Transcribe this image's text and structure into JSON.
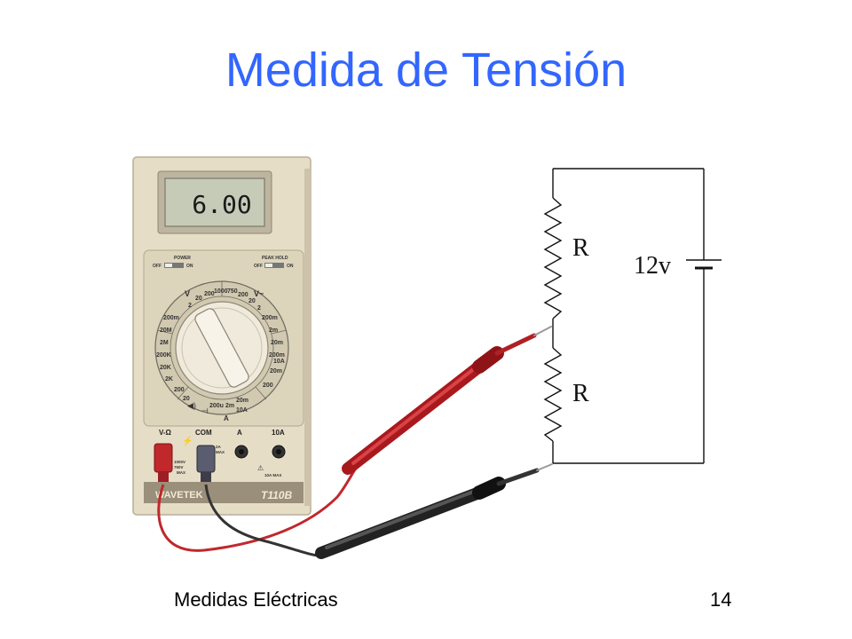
{
  "slide": {
    "title": "Medida de Tensión",
    "footer_left": "Medidas Eléctricas",
    "page_number": "14"
  },
  "multimeter": {
    "display": "6.00",
    "brand": "WAVETEK",
    "model": "T110B",
    "power_switch": {
      "label": "POWER",
      "off": "OFF",
      "on": "ON"
    },
    "peak_hold_switch": {
      "label": "PEAK HOLD",
      "off": "OFF",
      "on": "ON"
    },
    "dial": {
      "v_dc": "V",
      "v_ac": "V~",
      "ranges_top": [
        "2",
        "20",
        "200",
        "1000",
        "750",
        "200",
        "20",
        "2"
      ],
      "ranges_left": [
        "200m",
        "20M",
        "2M",
        "200K",
        "20K",
        "2K",
        "200",
        "20"
      ],
      "ranges_right": [
        "200m",
        "2m",
        "20m",
        "200m",
        "10A",
        "20m",
        "200"
      ],
      "ranges_bottom": [
        "200u",
        "2m",
        "20m",
        "10A"
      ],
      "amp_label": "A"
    },
    "jacks": [
      "V-Ω",
      "COM",
      "A",
      "10A"
    ],
    "warnings": [
      "1000V",
      "750V",
      "MAX",
      "2A",
      "MAX",
      "10A MAX"
    ]
  },
  "circuit": {
    "resistor_top": "R",
    "resistor_bottom": "R",
    "source": "12v"
  },
  "colors": {
    "title": "#3366ff",
    "meter_body": "#e6ddc6",
    "red_lead": "#c0282c",
    "black_lead": "#333333"
  }
}
